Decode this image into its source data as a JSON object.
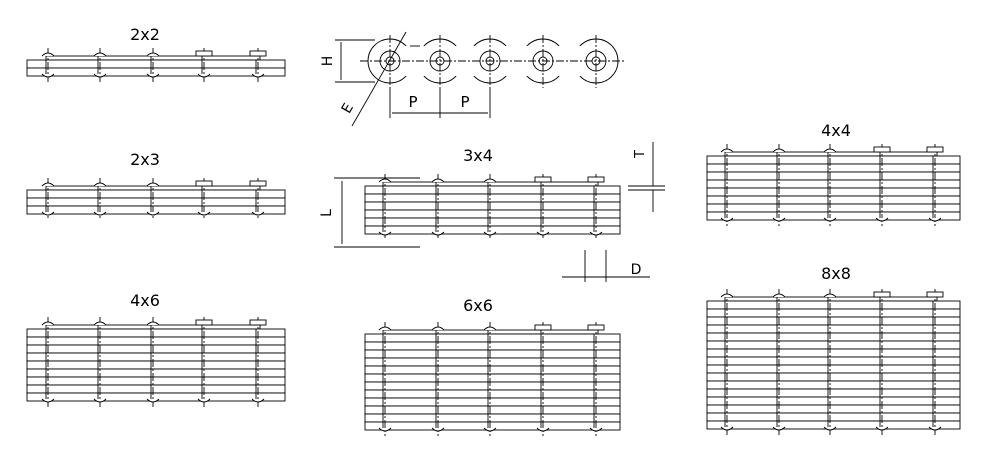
{
  "colors": {
    "line": "#000000",
    "background": "#ffffff"
  },
  "views": [
    {
      "id": "2x2",
      "label": "2x2"
    },
    {
      "id": "2x3",
      "label": "2x3"
    },
    {
      "id": "4x6",
      "label": "4x6"
    },
    {
      "id": "3x4",
      "label": "3x4"
    },
    {
      "id": "6x6",
      "label": "6x6"
    },
    {
      "id": "4x4",
      "label": "4x4"
    },
    {
      "id": "8x8",
      "label": "8x8"
    }
  ],
  "dimension_labels": {
    "height": "H",
    "pin_hole": "E",
    "pitch_1": "P",
    "pitch_2": "P",
    "length": "L",
    "thickness": "T",
    "diameter": "D"
  }
}
